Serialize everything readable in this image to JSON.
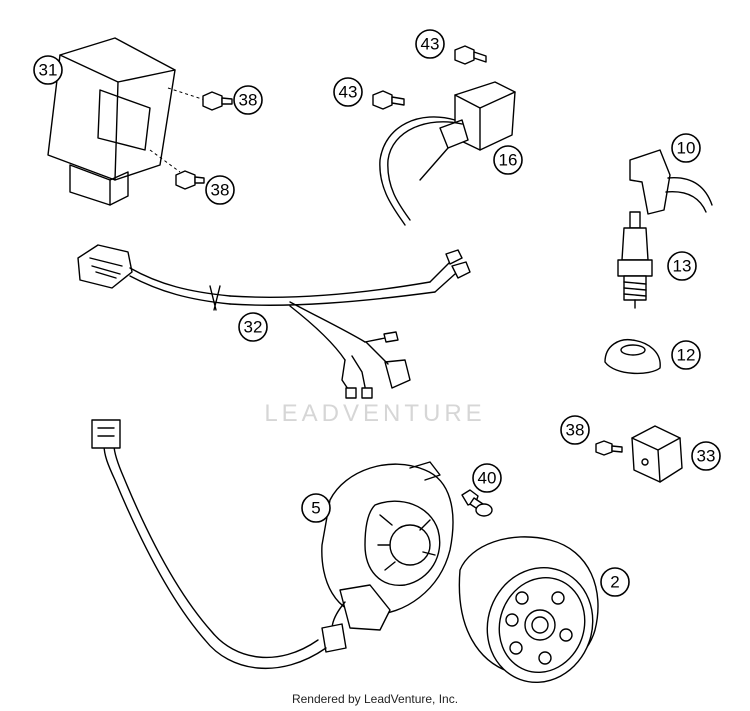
{
  "watermark": "LEADVENTURE",
  "footer": "Rendered by LeadVenture, Inc.",
  "callouts": {
    "c31": "31",
    "c38a": "38",
    "c38b": "38",
    "c43a": "43",
    "c43b": "43",
    "c16": "16",
    "c10": "10",
    "c13": "13",
    "c12": "12",
    "c32": "32",
    "c38c": "38",
    "c33": "33",
    "c40": "40",
    "c5": "5",
    "c2": "2"
  }
}
